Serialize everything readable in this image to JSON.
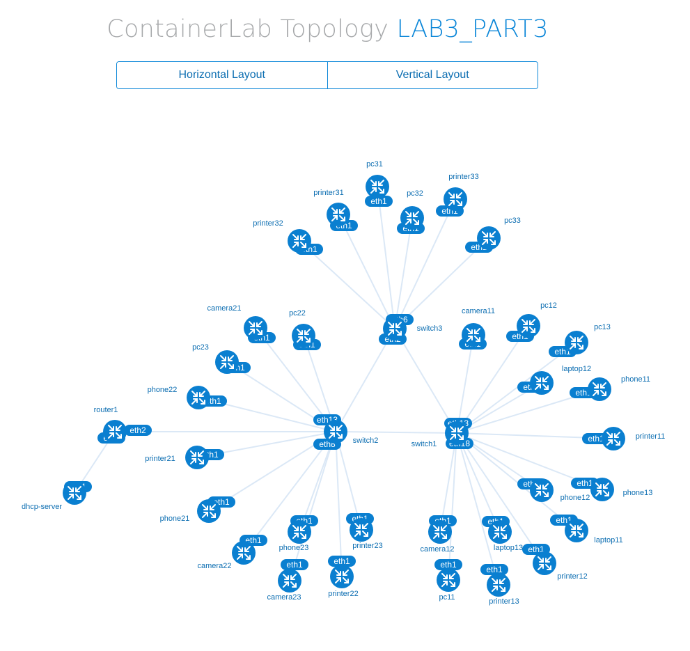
{
  "header": {
    "prefix": "ContainerLab Topology",
    "lab_name": "LAB3_PART3"
  },
  "buttons": {
    "horizontal": "Horizontal Layout",
    "vertical": "Vertical Layout"
  },
  "colors": {
    "accent": "#0a86d8",
    "node": "#0a7fd0",
    "link": "#dbe8f6",
    "title_gray": "#a7a9ab"
  },
  "node_icon": "router-icon",
  "nodes": [
    {
      "name": "router1",
      "port": "eth1",
      "port2": "eth2"
    },
    {
      "name": "dhcp-server",
      "port": "eth1"
    },
    {
      "name": "switch2",
      "port": "eth8",
      "port2": "eth13"
    },
    {
      "name": "switch3",
      "port": "eth2",
      "port2": "eth6"
    },
    {
      "name": "switch1",
      "port": "eth18",
      "port2": "eth13"
    },
    {
      "name": "pc31",
      "port": "eth1"
    },
    {
      "name": "pc32",
      "port": "eth1"
    },
    {
      "name": "pc33",
      "port": "eth1"
    },
    {
      "name": "printer31",
      "port": "eth1"
    },
    {
      "name": "printer32",
      "port": "eth1"
    },
    {
      "name": "printer33",
      "port": "eth1"
    },
    {
      "name": "camera21",
      "port": "eth1"
    },
    {
      "name": "pc22",
      "port": "eth1"
    },
    {
      "name": "pc23",
      "port": "eth1"
    },
    {
      "name": "phone22",
      "port": "eth1"
    },
    {
      "name": "printer21",
      "port": "eth1"
    },
    {
      "name": "phone21",
      "port": "eth1"
    },
    {
      "name": "camera22",
      "port": "eth1"
    },
    {
      "name": "camera23",
      "port": "eth1"
    },
    {
      "name": "phone23",
      "port": "eth1"
    },
    {
      "name": "printer22",
      "port": "eth1"
    },
    {
      "name": "printer23",
      "port": "eth1"
    },
    {
      "name": "camera11",
      "port": "eth1"
    },
    {
      "name": "pc12",
      "port": "eth1"
    },
    {
      "name": "pc13",
      "port": "eth1"
    },
    {
      "name": "laptop12",
      "port": "eth1"
    },
    {
      "name": "phone11",
      "port": "eth1"
    },
    {
      "name": "printer11",
      "port": "eth1"
    },
    {
      "name": "phone12",
      "port": "eth1"
    },
    {
      "name": "phone13",
      "port": "eth1"
    },
    {
      "name": "laptop11",
      "port": "eth1"
    },
    {
      "name": "printer12",
      "port": "eth1"
    },
    {
      "name": "printer13",
      "port": "eth1"
    },
    {
      "name": "laptop13",
      "port": "eth1"
    },
    {
      "name": "camera12",
      "port": "eth1"
    },
    {
      "name": "pc11",
      "port": "eth1"
    }
  ],
  "links": [
    [
      "router1",
      "switch2"
    ],
    [
      "router1",
      "dhcp-server"
    ],
    [
      "switch2",
      "switch3"
    ],
    [
      "switch2",
      "switch1"
    ],
    [
      "switch3",
      "switch1"
    ],
    [
      "switch3",
      "pc31"
    ],
    [
      "switch3",
      "pc32"
    ],
    [
      "switch3",
      "pc33"
    ],
    [
      "switch3",
      "printer31"
    ],
    [
      "switch3",
      "printer32"
    ],
    [
      "switch3",
      "printer33"
    ],
    [
      "switch2",
      "camera21"
    ],
    [
      "switch2",
      "pc22"
    ],
    [
      "switch2",
      "pc23"
    ],
    [
      "switch2",
      "phone22"
    ],
    [
      "switch2",
      "printer21"
    ],
    [
      "switch2",
      "phone21"
    ],
    [
      "switch2",
      "camera22"
    ],
    [
      "switch2",
      "camera23"
    ],
    [
      "switch2",
      "phone23"
    ],
    [
      "switch2",
      "printer22"
    ],
    [
      "switch2",
      "printer23"
    ],
    [
      "switch1",
      "camera11"
    ],
    [
      "switch1",
      "pc12"
    ],
    [
      "switch1",
      "pc13"
    ],
    [
      "switch1",
      "laptop12"
    ],
    [
      "switch1",
      "phone11"
    ],
    [
      "switch1",
      "printer11"
    ],
    [
      "switch1",
      "phone12"
    ],
    [
      "switch1",
      "phone13"
    ],
    [
      "switch1",
      "laptop11"
    ],
    [
      "switch1",
      "printer12"
    ],
    [
      "switch1",
      "printer13"
    ],
    [
      "switch1",
      "laptop13"
    ],
    [
      "switch1",
      "camera12"
    ],
    [
      "switch1",
      "pc11"
    ]
  ]
}
